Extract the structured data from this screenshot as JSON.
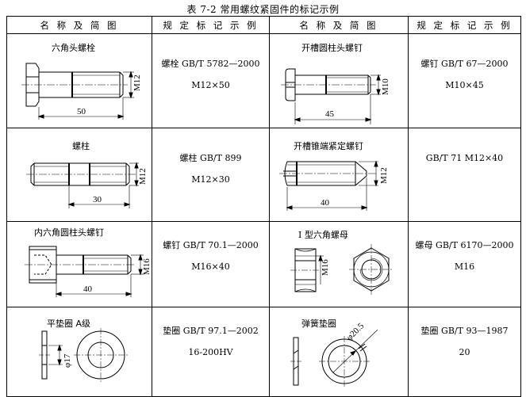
{
  "title": "表 7-2   常用螺纹紧固件的标记示例",
  "headers": [
    "名 称 及 简 图",
    "规 定 标 记 示 例",
    "名 称 及 简 图",
    "规 定 标 记 示 例"
  ],
  "rows": [
    {
      "left": {
        "name": "六角头螺栓",
        "dims": {
          "thread": "M12",
          "length": "50"
        },
        "mark_line1": "螺栓  GB/T 5782—2000",
        "mark_line2": "M12×50"
      },
      "right": {
        "name": "开槽圆柱头螺钉",
        "dims": {
          "thread": "M10",
          "length": "45"
        },
        "mark_line1": "螺钉  GB/T 67—2000",
        "mark_line2": "M10×45"
      }
    },
    {
      "left": {
        "name": "螺柱",
        "dims": {
          "thread": "M12",
          "length": "30"
        },
        "mark_line1": "螺柱  GB/T 899",
        "mark_line2": "M12×30"
      },
      "right": {
        "name": "开槽锥端紧定螺钉",
        "dims": {
          "thread": "M12",
          "length": "40"
        },
        "mark_line1": "GB/T 71 M12×40",
        "mark_line2": ""
      }
    },
    {
      "left": {
        "name": "内六角圆柱头螺钉",
        "dims": {
          "thread": "M16",
          "length": "40"
        },
        "mark_line1": "螺钉  GB/T 70.1—2000",
        "mark_line2": "M16×40"
      },
      "right": {
        "name_prefix": "I",
        "name": " 型六角螺母",
        "dims": {
          "thread": "M16"
        },
        "mark_line1": "螺母  GB/T 6170—2000",
        "mark_line2": "M16"
      }
    },
    {
      "left": {
        "name": "平垫圈  A级",
        "dims": {
          "diameter": "φ17"
        },
        "mark_line1": "垫圈  GB/T 97.1—2002",
        "mark_line2": "16-200HV"
      },
      "right": {
        "name": "弹簧垫圈",
        "dims": {
          "diameter": "φ20.5"
        },
        "mark_line1": "垫圈  GB/T 93—1987",
        "mark_line2": "20"
      }
    }
  ]
}
